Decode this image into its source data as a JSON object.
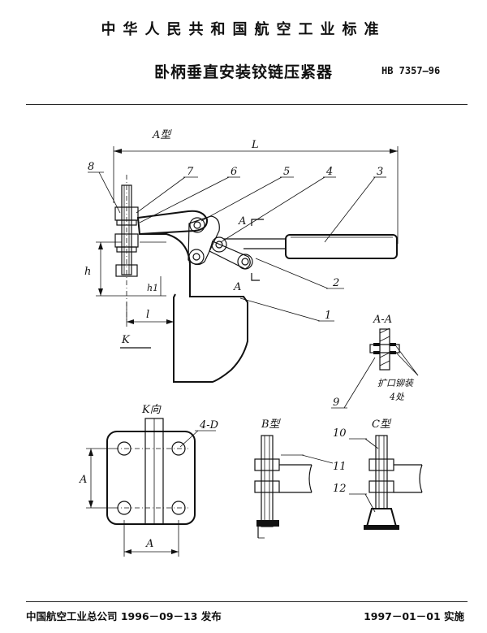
{
  "header": {
    "organization": "中华人民共和国航空工业标准",
    "title": "卧柄垂直安装铰链压紧器",
    "standard_no": "HB 7357—96"
  },
  "drawing": {
    "view_a_label": "A型",
    "dim_L": "L",
    "dim_h": "h",
    "dim_h1": "h1",
    "dim_l": "l",
    "k_label": "K",
    "section_mark": "A",
    "parts": [
      "8",
      "7",
      "6",
      "5",
      "4",
      "3",
      "2",
      "1",
      "9",
      "10",
      "11",
      "12"
    ],
    "section_title": "A-A",
    "section_note_line1": "扩口铆装",
    "section_note_line2": "4处",
    "k_view_label": "K向",
    "hole_label": "4-D",
    "dim_A": "A",
    "view_b_label": "B型",
    "view_c_label": "C型"
  },
  "footer": {
    "issued": "中国航空工业总公司 1996－09－13 发布",
    "effective": "1997－01－01 实施"
  }
}
